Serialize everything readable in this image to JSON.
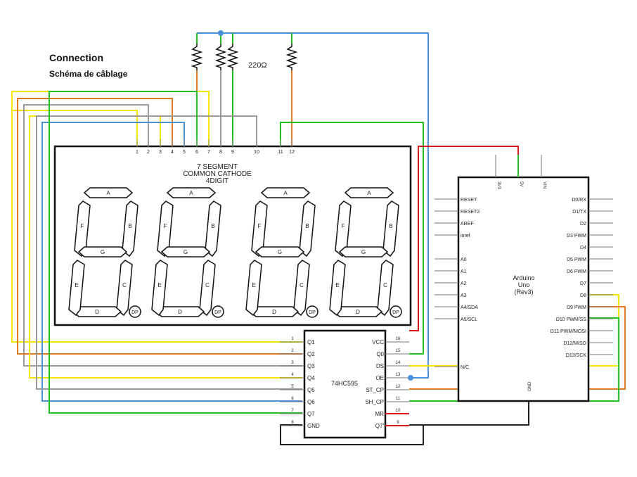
{
  "header": {
    "title": "Connection",
    "subtitle": "Schéma de câblage"
  },
  "resistor_label": "220Ω",
  "display": {
    "title_lines": [
      "7 SEGMENT",
      "COMMON CATHODE",
      "4DIGIT"
    ],
    "pin_numbers": [
      "1",
      "2",
      "3",
      "4",
      "5",
      "6",
      "7",
      "8",
      "9",
      "10",
      "11",
      "12"
    ],
    "segments": [
      "A",
      "B",
      "C",
      "D",
      "E",
      "F",
      "G"
    ],
    "dp_label": "DP"
  },
  "shift_register": {
    "name": "74HC595",
    "left_pins": [
      {
        "num": "1",
        "label": "Q1"
      },
      {
        "num": "2",
        "label": "Q2"
      },
      {
        "num": "3",
        "label": "Q3"
      },
      {
        "num": "4",
        "label": "Q4"
      },
      {
        "num": "5",
        "label": "Q5"
      },
      {
        "num": "6",
        "label": "Q6"
      },
      {
        "num": "7",
        "label": "Q7"
      },
      {
        "num": "8",
        "label": "GND"
      }
    ],
    "right_pins": [
      {
        "num": "16",
        "label": "VCC"
      },
      {
        "num": "15",
        "label": "Q0"
      },
      {
        "num": "14",
        "label": "DS"
      },
      {
        "num": "13",
        "label": "OE"
      },
      {
        "num": "12",
        "label": "ST_CP"
      },
      {
        "num": "11",
        "label": "SH_CP"
      },
      {
        "num": "10",
        "label": "MR"
      },
      {
        "num": "9",
        "label": "Q7'"
      }
    ]
  },
  "arduino": {
    "name_lines": [
      "Arduino",
      "Uno",
      "(Rev3)"
    ],
    "top_pins": [
      "3V3",
      "5V",
      "VIN"
    ],
    "left_pins": [
      "RESET",
      "RESET2",
      "AREF",
      "ioref",
      "",
      "A0",
      "A1",
      "A2",
      "A3",
      "A4/SDA",
      "A5/SCL",
      "",
      "",
      "",
      "N/C"
    ],
    "right_pins": [
      "D0/RX",
      "D1/TX",
      "D2",
      "D3 PWM",
      "D4",
      "D5 PWM",
      "D6 PWM",
      "D7",
      "D8",
      "D9 PWM",
      "D10 PWM/SS",
      "D11 PWM/MOSI",
      "D12/MISO",
      "D13/SCK"
    ],
    "bottom_pin": "GND"
  },
  "colors": {
    "yellow": "#f4e400",
    "orange": "#e07820",
    "gray": "#9a9a9a",
    "blue": "#4a90d9",
    "green": "#22c222",
    "red": "#d81818",
    "black": "#222222"
  }
}
